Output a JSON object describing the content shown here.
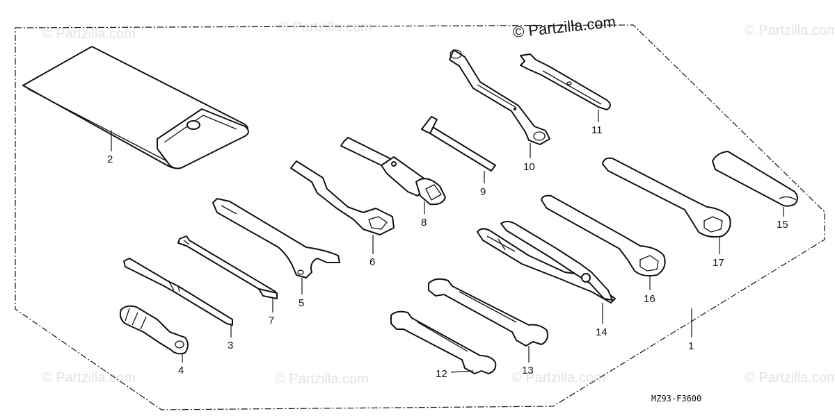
{
  "brand": "© Partzilla.com",
  "watermark": "© Partzilla.com",
  "diagram_code": "MZ93-F3600",
  "callouts": {
    "c1": "1",
    "c2": "2",
    "c3": "3",
    "c4": "4",
    "c5": "5",
    "c6": "6",
    "c7": "7",
    "c8": "8",
    "c9": "9",
    "c10": "10",
    "c11": "11",
    "c12": "12",
    "c13": "13",
    "c14": "14",
    "c15": "15",
    "c16": "16",
    "c17": "17"
  }
}
